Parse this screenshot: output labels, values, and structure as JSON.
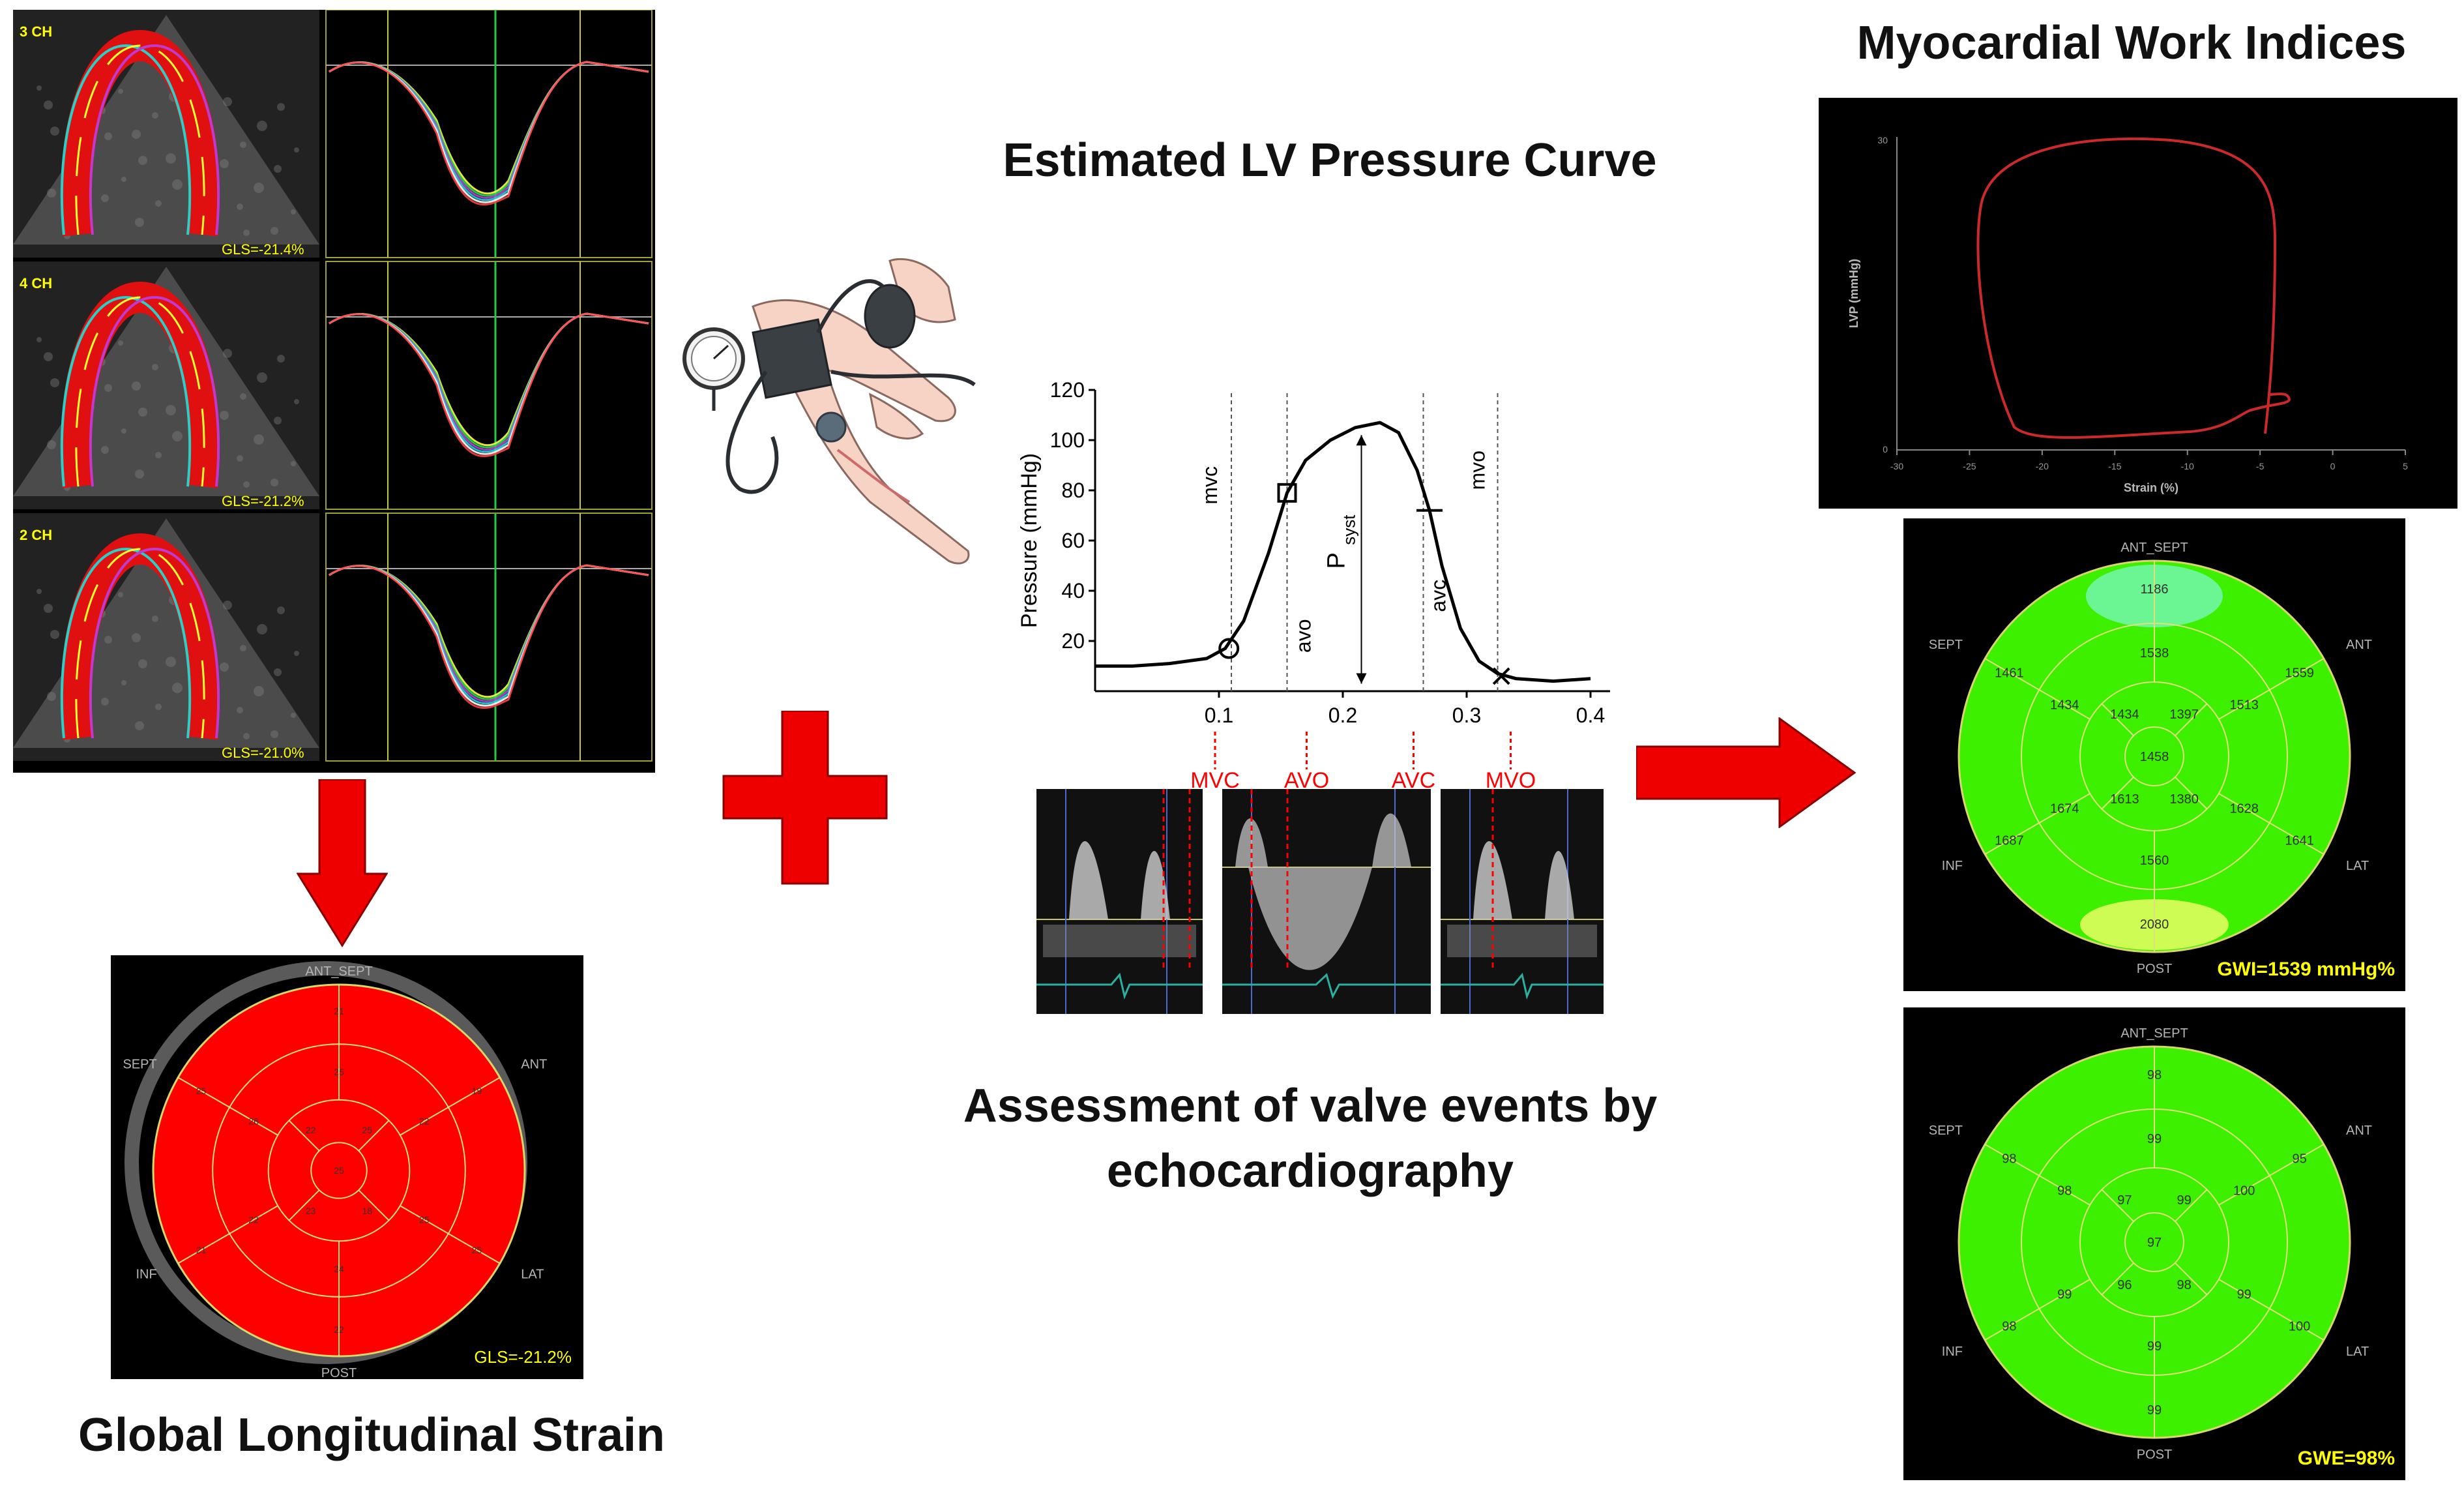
{
  "titles": {
    "mw": "Myocardial Work Indices",
    "lvp": "Estimated LV Pressure Curve",
    "gls": "Global Longitudinal Strain",
    "valve_line1": "Assessment of valve events by",
    "valve_line2": "echocardiography"
  },
  "echo_views": [
    {
      "label": "3 CH",
      "gls": "GLS=-21.4%"
    },
    {
      "label": "4 CH",
      "gls": "GLS=-21.2%"
    },
    {
      "label": "2 CH",
      "gls": "GLS=-21.0%"
    }
  ],
  "gls_bullseye": {
    "value": "GLS=-21.2%",
    "labels": {
      "top": "ANT_SEPT",
      "sept": "SEPT",
      "ant": "ANT",
      "inf": "INF",
      "lat": "LAT",
      "post": "POST"
    },
    "fill": "#ff0000",
    "segments": [
      "21",
      "25",
      "25",
      "19",
      "26",
      "22",
      "22",
      "25",
      "25",
      "23",
      "18",
      "22",
      "25",
      "21",
      "25",
      "24",
      "22"
    ]
  },
  "gwi_bullseye": {
    "value": "GWI=1539 mmHg%",
    "labels": {
      "top": "ANT_SEPT",
      "sept": "SEPT",
      "ant": "ANT",
      "inf": "INF",
      "lat": "LAT",
      "post": "POST"
    },
    "fill": "#3cf000",
    "segments": [
      "1186",
      "1538",
      "1461",
      "1559",
      "1434",
      "1513",
      "1434",
      "1397",
      "1458",
      "1613",
      "1380",
      "1674",
      "1628",
      "1687",
      "1641",
      "1560",
      "2080"
    ]
  },
  "gwe_bullseye": {
    "value": "GWE=98%",
    "labels": {
      "top": "ANT_SEPT",
      "sept": "SEPT",
      "ant": "ANT",
      "inf": "INF",
      "lat": "LAT",
      "post": "POST"
    },
    "fill": "#3cf000",
    "segments": [
      "98",
      "99",
      "98",
      "95",
      "98",
      "100",
      "97",
      "99",
      "97",
      "96",
      "98",
      "99",
      "99",
      "98",
      "100",
      "99",
      "99"
    ]
  },
  "pw_loop": {
    "ylabel": "LVP (mmHg)",
    "xlabel": "Strain (%)",
    "yticks": [
      "0",
      "30"
    ],
    "xticks": [
      "-30",
      "-25",
      "-20",
      "-15",
      "-10",
      "-5",
      "0",
      "5"
    ],
    "loop_color": "#cc2a2a"
  },
  "chart_data": {
    "type": "line",
    "ylabel": "Pressure (mmHg)",
    "xlabel": "",
    "xlim": [
      0,
      0.42
    ],
    "ylim": [
      0,
      120
    ],
    "xticks": [
      "0.1",
      "0.2",
      "0.3",
      "0.4"
    ],
    "yticks": [
      "20",
      "40",
      "60",
      "80",
      "100",
      "120"
    ],
    "series": [
      {
        "x": [
          0.0,
          0.03,
          0.06,
          0.09,
          0.105,
          0.12,
          0.14,
          0.155,
          0.17,
          0.19,
          0.21,
          0.23,
          0.245,
          0.26,
          0.27,
          0.28,
          0.295,
          0.31,
          0.325,
          0.34,
          0.37,
          0.4
        ],
        "y": [
          10,
          10,
          11,
          13,
          17,
          28,
          55,
          79,
          92,
          100,
          105,
          107,
          103,
          88,
          72,
          50,
          25,
          12,
          7,
          5,
          4,
          5
        ]
      }
    ],
    "event_lines": [
      {
        "label": "mvc",
        "x": 0.11
      },
      {
        "label": "avo",
        "x": 0.155
      },
      {
        "label": "avc",
        "x": 0.265
      },
      {
        "label": "mvo",
        "x": 0.325
      }
    ],
    "markers": [
      {
        "symbol": "circle",
        "x": 0.108,
        "y": 17
      },
      {
        "symbol": "square",
        "x": 0.155,
        "y": 79
      },
      {
        "symbol": "tick",
        "x": 0.27,
        "y": 72
      },
      {
        "symbol": "cross",
        "x": 0.328,
        "y": 6
      }
    ],
    "annotation": "P",
    "annotation_sub": "syst"
  },
  "valve_events": [
    "MVC",
    "AVO",
    "AVC",
    "MVO"
  ],
  "colors": {
    "arrow": "#ee0000",
    "red_mark": "#ff0000",
    "yellow_text": "#ffff00"
  }
}
